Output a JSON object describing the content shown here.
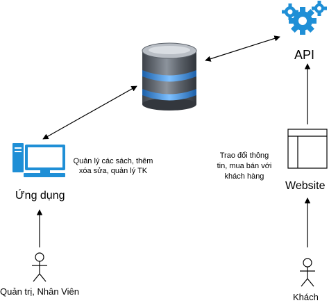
{
  "nodes": {
    "api": {
      "label": "API"
    },
    "app": {
      "label": "Ứng dụng"
    },
    "website": {
      "label": "Website"
    },
    "admin": {
      "label": "Quản trị, Nhân Viên"
    },
    "customer": {
      "label": "Khách"
    }
  },
  "notes": {
    "app_note": [
      "Quản lý các sách, thêm",
      "xóa sửa, quản lý TK"
    ],
    "web_note": [
      "Trao đổi thông",
      "tin, mua bán với",
      "khách hàng"
    ]
  },
  "colors": {
    "line": "#000000",
    "db_dark": "#4a4f57",
    "db_light": "#c7cbd1",
    "db_band": "#2f7fd1",
    "gear": "#1f8fd6",
    "monitor": "#1f8fd6"
  },
  "icons": {
    "database": "database-icon",
    "gears": "gears-icon",
    "computer": "computer-icon",
    "browser": "browser-window-icon",
    "person": "stick-figure-icon"
  }
}
